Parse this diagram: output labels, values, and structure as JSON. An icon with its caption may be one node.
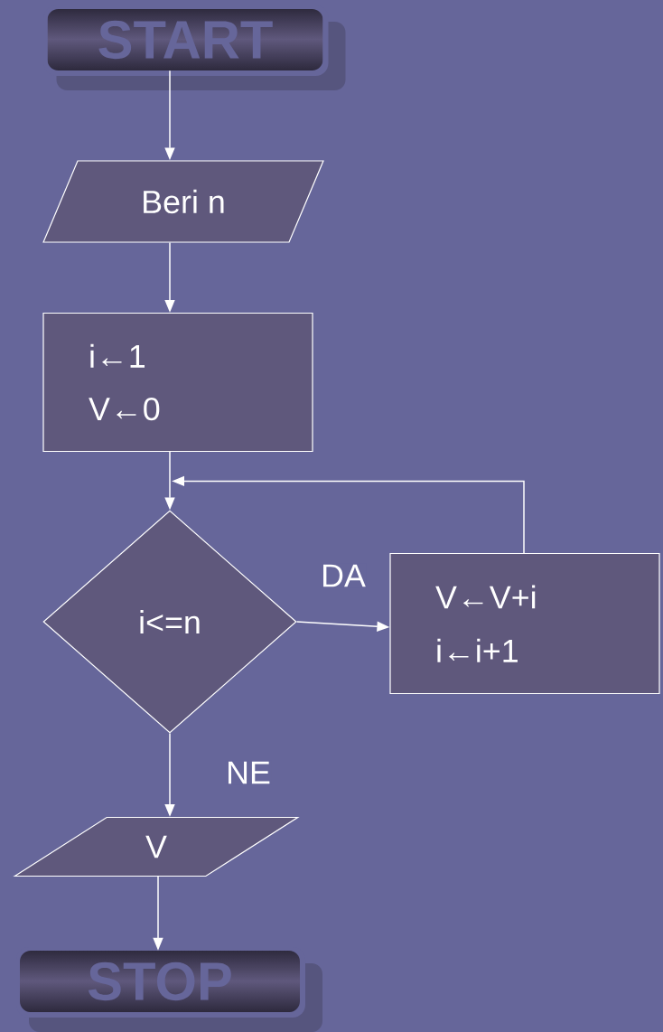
{
  "diagram": {
    "nodes": [
      {
        "text": [
          "START"
        ]
      },
      {
        "text": [
          "Beri n"
        ]
      },
      {
        "text": [
          "i←1",
          "V←0"
        ]
      },
      {
        "text": [
          "i<=n"
        ]
      },
      {
        "text": [
          "V←V+i",
          "i←i+1"
        ]
      },
      {
        "text": [
          "V"
        ]
      },
      {
        "text": [
          "STOP"
        ]
      }
    ],
    "edges": [
      {
        "from": 0,
        "to": 1,
        "arrow": "to"
      },
      {
        "from": 1,
        "to": 2,
        "arrow": "to"
      },
      {
        "from": 2,
        "to": 3,
        "arrow": "to"
      },
      {
        "from": 3,
        "to": 4,
        "arrow": "to",
        "label": "DA"
      },
      {
        "from": 4,
        "to": 3,
        "arrow": "to"
      },
      {
        "from": 3,
        "to": 5,
        "arrow": "to",
        "label": "NE"
      },
      {
        "from": 5,
        "to": 6,
        "arrow": "to"
      }
    ]
  }
}
